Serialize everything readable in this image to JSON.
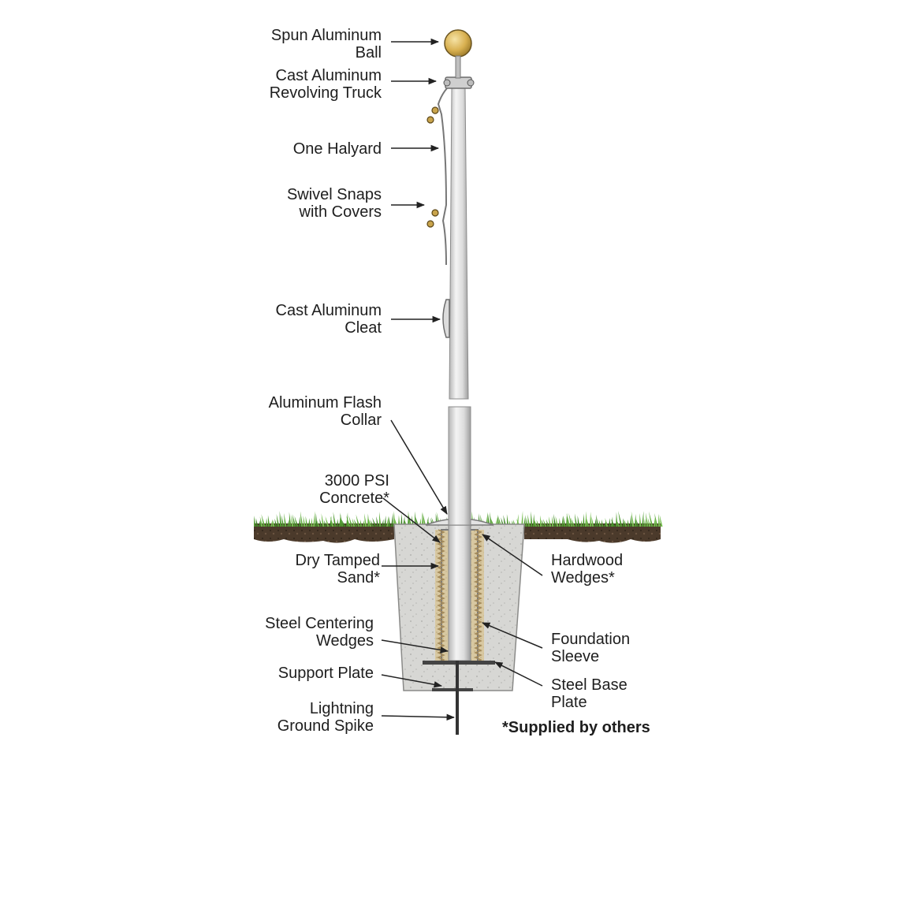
{
  "labels": {
    "spun_ball": [
      "Spun Aluminum",
      "Ball"
    ],
    "truck": [
      "Cast Aluminum",
      "Revolving Truck"
    ],
    "halyard": [
      "One Halyard"
    ],
    "swivel_snaps": [
      "Swivel Snaps",
      "with Covers"
    ],
    "cleat": [
      "Cast Aluminum",
      "Cleat"
    ],
    "flash_collar": [
      "Aluminum Flash",
      "Collar"
    ],
    "concrete": [
      "3000 PSI",
      "Concrete*"
    ],
    "dry_sand": [
      "Dry Tamped",
      "Sand*"
    ],
    "hardwood_wedges": [
      "Hardwood",
      "Wedges*"
    ],
    "steel_centering": [
      "Steel Centering",
      "Wedges"
    ],
    "foundation_sleeve": [
      "Foundation",
      "Sleeve"
    ],
    "support_plate": [
      "Support Plate"
    ],
    "steel_base_plate": [
      "Steel Base",
      "Plate"
    ],
    "ground_spike": [
      "Lightning",
      "Ground Spike"
    ]
  },
  "footnote": "*Supplied by others",
  "colors": {
    "pole_light": "#f2f2f2",
    "pole_dark": "#a9a9a9",
    "ball": "#d9b45a",
    "grass": "#5aa33a",
    "soil": "#4a3a2c",
    "concrete": "#d6d6d4",
    "sand": "#d9c9a3",
    "outline": "#555555"
  }
}
